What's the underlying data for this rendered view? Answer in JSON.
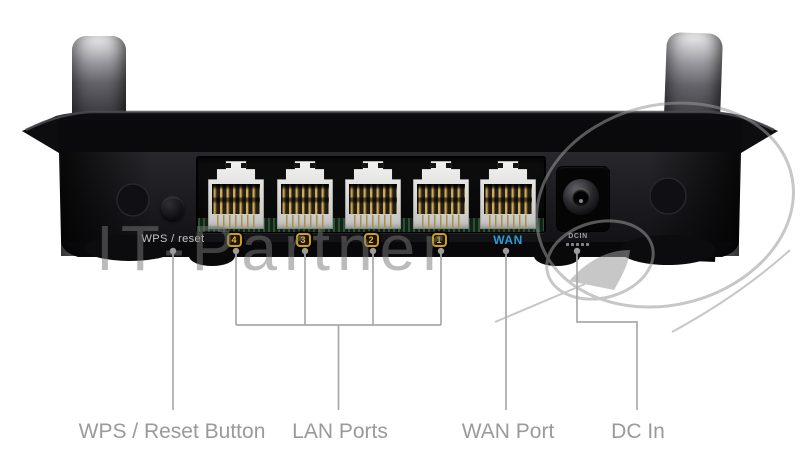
{
  "panel": {
    "wps_label": "WPS / reset",
    "ports": [
      {
        "label": "4",
        "type": "lan"
      },
      {
        "label": "3",
        "type": "lan"
      },
      {
        "label": "2",
        "type": "lan"
      },
      {
        "label": "1",
        "type": "lan"
      },
      {
        "label": "WAN",
        "type": "wan"
      }
    ],
    "dc_label": "DCIN"
  },
  "callouts": {
    "wps": "WPS / Reset Button",
    "lan": "LAN Ports",
    "wan": "WAN Port",
    "dc": "DC In"
  },
  "watermark": {
    "text": "IT-Partner"
  },
  "colors": {
    "lan_badge": "#f2b62d",
    "lan_badge_border": "#cf9c1c",
    "wan_text": "#2d9ad6",
    "panel_text": "#c6c6c6",
    "callout_text": "#9a9a9a",
    "callout_line": "#a9a9a9",
    "watermark": "#8c8c8c",
    "body": "#121214"
  }
}
